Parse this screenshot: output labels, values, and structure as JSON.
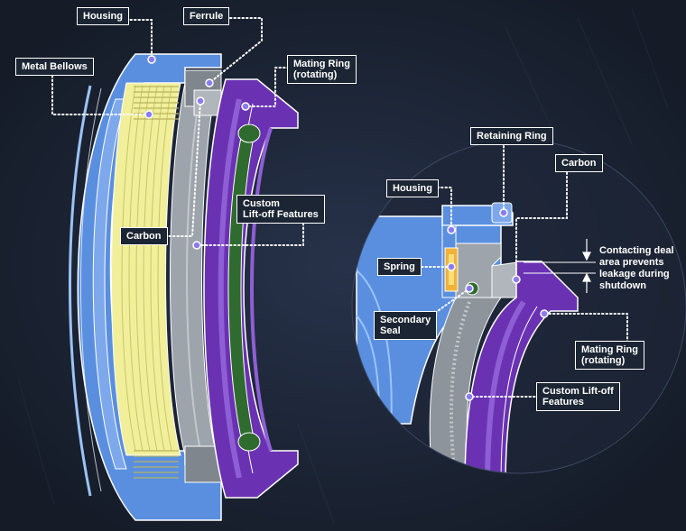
{
  "colors": {
    "background": "#1b2331",
    "housing": "#5a8fe0",
    "housing_light": "#9cc3f6",
    "bellows": "#f1ef9a",
    "carbon": "#9da4ab",
    "mating_ring": "#6a32b3",
    "mating_ring_light": "#8e5fd4",
    "secondary_seal": "#2f6b2f",
    "spring": "#f0b238",
    "callout_border": "#ffffff",
    "leader_dots": "#ffffff",
    "marker": "#8a7cf0"
  },
  "left_diagram": {
    "labels": {
      "housing": "Housing",
      "ferrule": "Ferrule",
      "metal_bellows": "Metal Bellows",
      "mating_ring": "Mating Ring\n(rotating)",
      "carbon": "Carbon",
      "lift_off": "Custom\nLift-off Features"
    }
  },
  "right_diagram": {
    "labels": {
      "retaining_ring": "Retaining Ring",
      "carbon": "Carbon",
      "housing": "Housing",
      "spring": "Spring",
      "secondary_seal": "Secondary\nSeal",
      "mating_ring": "Mating Ring\n(rotating)",
      "lift_off": "Custom Lift-off\nFeatures"
    },
    "note": "Contacting deal\narea prevents\nleakage during\nshutdown"
  }
}
